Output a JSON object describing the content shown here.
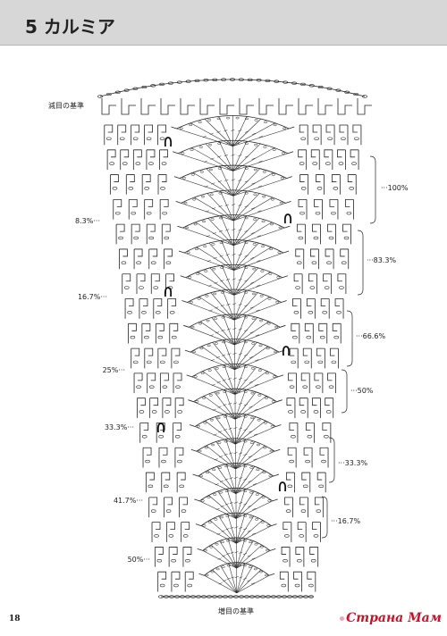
{
  "header": {
    "title": "5 カルミア"
  },
  "labels": {
    "decrease_ref": "減目の基準",
    "increase_ref": "増目の基準"
  },
  "left_percentages": [
    {
      "text": "8.3%···"
    },
    {
      "text": "16.7%···"
    },
    {
      "text": "25%···"
    },
    {
      "text": "33.3%···"
    },
    {
      "text": "41.7%···"
    },
    {
      "text": "50%···"
    }
  ],
  "right_percentages": [
    {
      "text": "···100%"
    },
    {
      "text": "···83.3%"
    },
    {
      "text": "···66.6%"
    },
    {
      "text": "···50%"
    },
    {
      "text": "···33.3%"
    },
    {
      "text": "···16.7%"
    }
  ],
  "page_number": "18",
  "watermark": "Страна Мам"
}
